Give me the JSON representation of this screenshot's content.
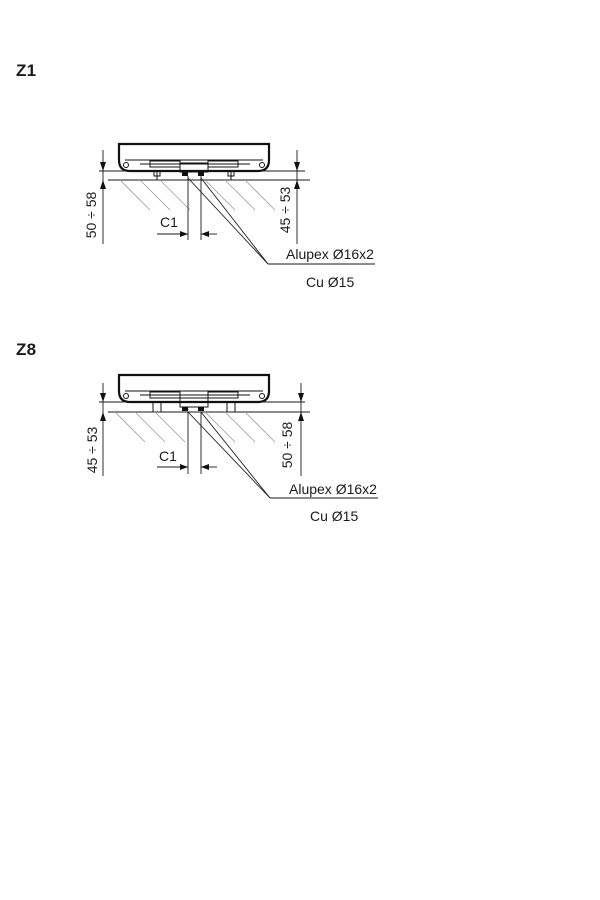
{
  "variants": [
    {
      "id": "Z1",
      "title": "Z1",
      "dim_left": "50 ÷ 58",
      "dim_right": "45 ÷ 53",
      "dim_spacing": "C1",
      "pipe_alupex": "Alupex Ø16x2",
      "pipe_cu": "Cu Ø15"
    },
    {
      "id": "Z8",
      "title": "Z8",
      "dim_left": "45 ÷ 53",
      "dim_right": "50 ÷ 58",
      "dim_spacing": "C1",
      "pipe_alupex": "Alupex Ø16x2",
      "pipe_cu": "Cu Ø15"
    }
  ]
}
